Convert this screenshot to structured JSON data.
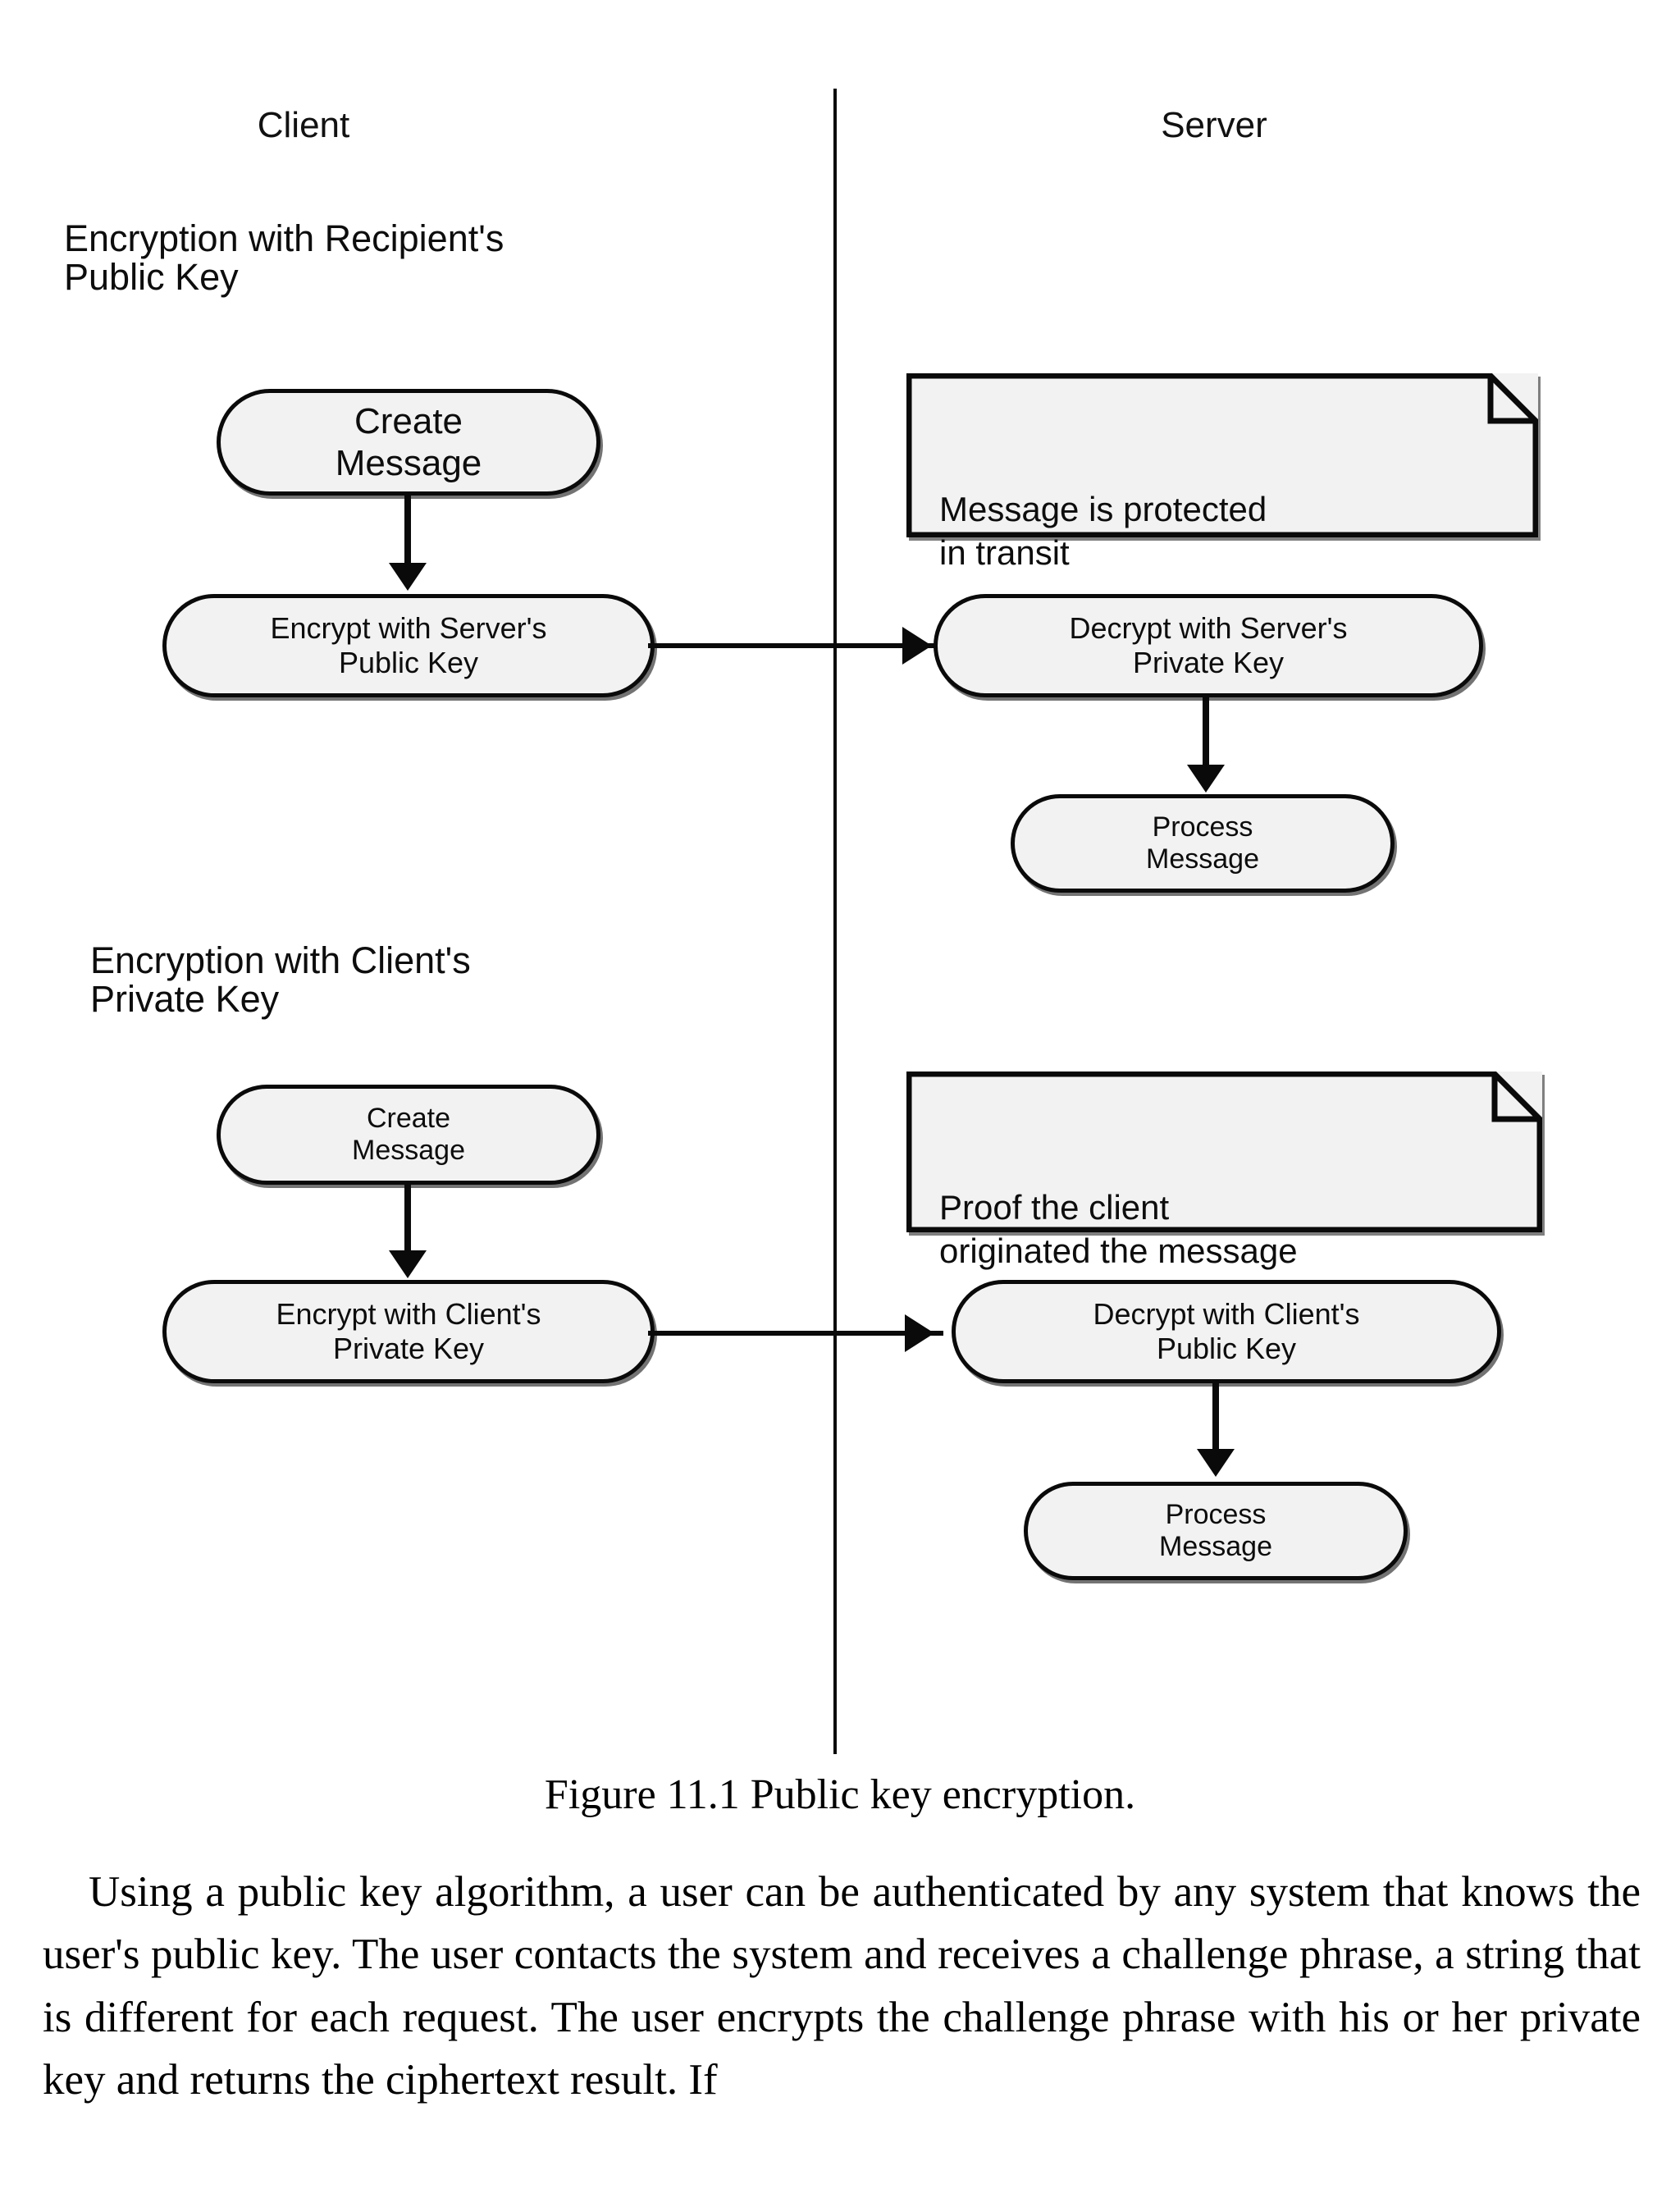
{
  "figure": {
    "lanes": [
      {
        "label": "Client"
      },
      {
        "label": "Server"
      }
    ],
    "sections": [
      {
        "title": "Encryption with Recipient's\nPublic Key",
        "client_nodes": [
          {
            "label": "Create\nMessage"
          },
          {
            "label": "Encrypt with Server's\nPublic Key"
          }
        ],
        "server_nodes": [
          {
            "label": "Decrypt with Server's\nPrivate Key"
          },
          {
            "label": "Process\nMessage"
          }
        ],
        "note": "Message is protected\nin transit"
      },
      {
        "title": "Encryption with Client's\nPrivate Key",
        "client_nodes": [
          {
            "label": "Create\nMessage"
          },
          {
            "label": "Encrypt with Client's\nPrivate Key"
          }
        ],
        "server_nodes": [
          {
            "label": "Decrypt with Client's\nPublic Key"
          },
          {
            "label": "Process\nMessage"
          }
        ],
        "note": "Proof the client\noriginated the message"
      }
    ],
    "colors": {
      "stroke": "#0a0a0a",
      "node_fill": "#f2f2f2",
      "text": "#0d0d0d"
    }
  },
  "caption": "Figure 11.1 Public key encryption.",
  "body_paragraph": "Using a public key algorithm, a user can be authenticated by any system that knows the user's public key. The user contacts the system and receives a challenge phrase, a string that is different for each request. The user encrypts the challenge phrase with his or her private key and returns the ciphertext result. If"
}
